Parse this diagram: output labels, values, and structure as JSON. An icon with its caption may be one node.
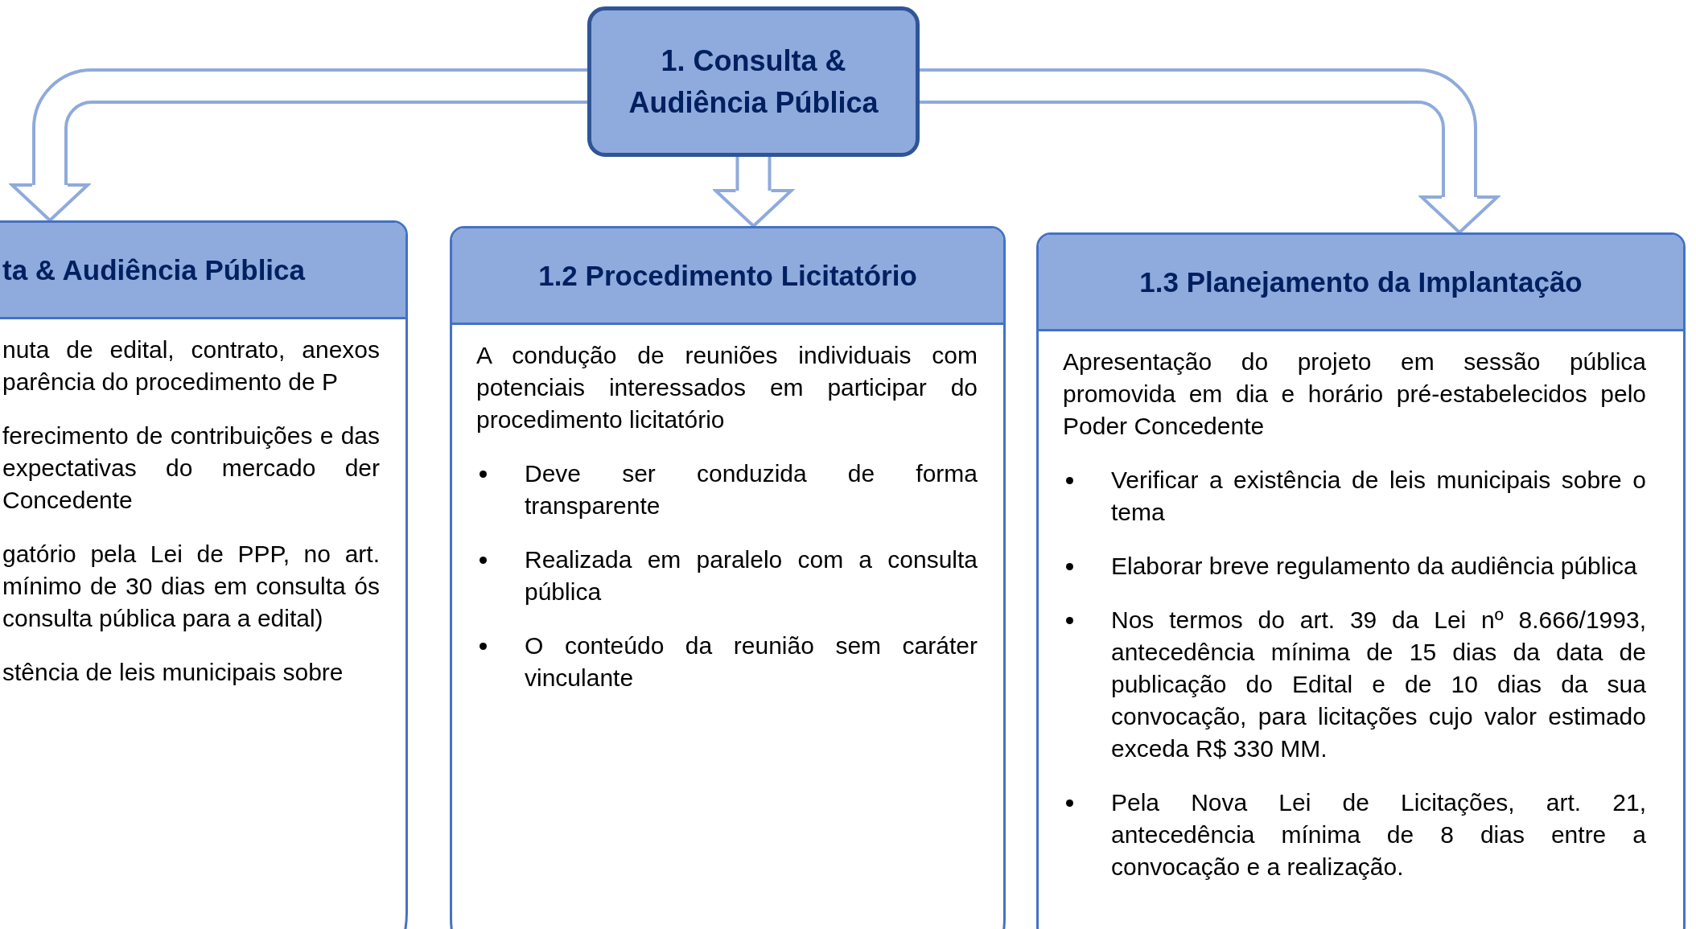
{
  "diagram": {
    "nodes": [
      {
        "text": [
          "1. Consulta & Audiência Pública"
        ]
      },
      {
        "text": [
          "ta & Audiência Pública",
          "nuta de edital, contrato, anexos parência do procedimento de P",
          "ferecimento de contribuições e das expectativas do mercado der Concedente",
          "gatório pela Lei de PPP, no art. mínimo de 30 dias em consulta ós consulta pública para a edital)",
          "stência de leis municipais sobre"
        ]
      },
      {
        "text": [
          "1.2 Procedimento Licitatório",
          "A condução de reuniões individuais com potenciais interessados em participar do procedimento licitatório",
          "Deve ser conduzida de forma transparente",
          "Realizada em paralelo com a consulta pública",
          "O conteúdo da reunião sem caráter vinculante"
        ]
      },
      {
        "text": [
          "1.3 Planejamento da Implantação",
          "Apresentação do projeto em sessão pública promovida em dia e horário pré-estabelecidos pelo Poder Concedente",
          "Verificar a existência de leis municipais sobre o tema",
          "Elaborar breve regulamento da audiência pública",
          "Nos termos do art. 39 da Lei nº 8.666/1993, antecedência mínima de 15 dias da data de publicação do Edital e de 10 dias da sua convocação, para licitações cujo valor estimado exceda R$ 330 MM.",
          "Pela Nova Lei de Licitações, art. 21, antecedência mínima de 8 dias entre a convocação e a realização."
        ]
      }
    ],
    "edges": [
      {
        "from": 0,
        "to": 1,
        "arrow": "to"
      },
      {
        "from": 0,
        "to": 2,
        "arrow": "to"
      },
      {
        "from": 0,
        "to": 3,
        "arrow": "to"
      }
    ]
  }
}
